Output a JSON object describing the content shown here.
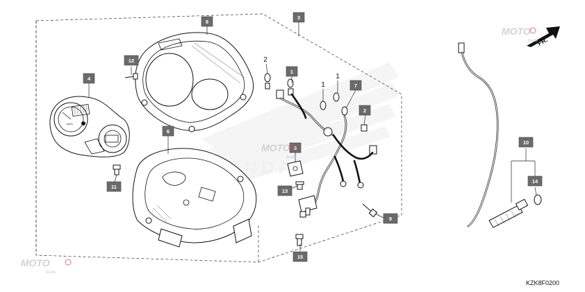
{
  "diagram": {
    "drawing_code": "KZK8F0200",
    "direction_label": "FR.",
    "callouts": [
      {
        "id": "c1",
        "label": "1"
      },
      {
        "id": "c2",
        "label": "2"
      },
      {
        "id": "c3",
        "label": "3"
      },
      {
        "id": "c4",
        "label": "4"
      },
      {
        "id": "c5",
        "label": "5"
      },
      {
        "id": "c6",
        "label": "6"
      },
      {
        "id": "c7",
        "label": "7"
      },
      {
        "id": "c8",
        "label": "8"
      },
      {
        "id": "c9",
        "label": "9"
      },
      {
        "id": "c10",
        "label": "10"
      },
      {
        "id": "c11",
        "label": "11"
      },
      {
        "id": "c12",
        "label": "12"
      },
      {
        "id": "c13",
        "label": "13"
      },
      {
        "id": "c14",
        "label": "14"
      },
      {
        "id": "c15",
        "label": "15"
      }
    ],
    "plain_numbers": [
      "2",
      "1",
      "1"
    ],
    "watermark": {
      "brand": "MOTO",
      "sub": "Guide",
      "logo_text": "HONDA"
    },
    "colors": {
      "callout_fill": "#6b6b6b",
      "callout_text": "#ffffff",
      "line": "#111111",
      "watermark": "#c9c9c9",
      "accent": "#e05050"
    }
  }
}
